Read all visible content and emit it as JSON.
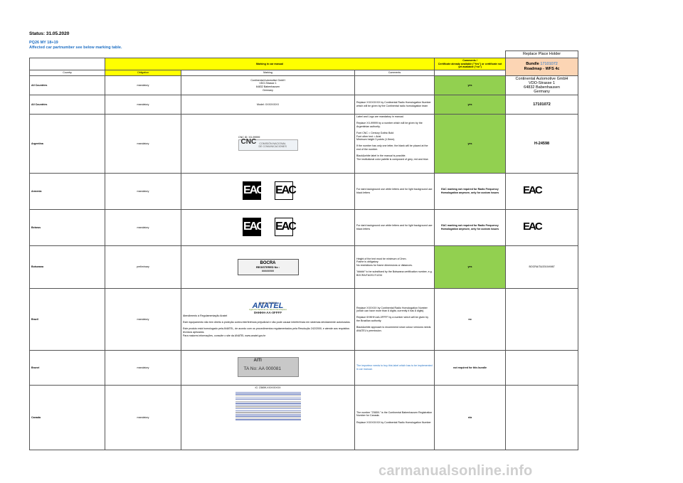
{
  "status": "Status: 31.05.2020",
  "project_line1": "PQ26 MY 18+19",
  "project_line2": "Affected car partnumber see below marking table.",
  "replace_place_holder": "Replace Place Holder",
  "header": {
    "marking_in_manual": "Marking in car manual",
    "comments_top": "Comments /\nCertificate already available (\"Yes\") or certificate not yet available (\"no\")",
    "bundle_label": "Bundle",
    "bundle_number": "17101072",
    "roadmap": "Roadmap - WFS 4c",
    "col_country": "Country",
    "col_obligation": "Obligation",
    "col_marking": "Marking",
    "col_comments": "Comments"
  },
  "rows": {
    "all1": {
      "country": "All Countries",
      "obligation": "mandatory",
      "marking": "Continental Automotive GmbH\nVDO-Strasse 1\n64832 Babenhausen\nGermany",
      "comments": "",
      "status": "yes",
      "placeholder": "Continental Automotive GmbH\nVDO-Strasse 1\n64832 Babenhausen\nGermany"
    },
    "all2": {
      "country": "All Countries",
      "obligation": "mandatory",
      "marking": "Model: XXXXXXXX",
      "comments": "Replace XXXXXXXX by Continental Radio Homologation Number which will be given by the Continental radio homologation team",
      "status": "yes",
      "placeholder": "17101072"
    },
    "argentina": {
      "country": "Argentina",
      "obligation": "mandatory",
      "marking": "CNC ID: XX-99999",
      "logo_main": "CNC",
      "logo_sub": "COMISIÓN NACIONAL\nDE COMUNICACIONES",
      "comments": "Label and Logo are mandatory in manual.\n\nReplace XX-99999 by a number which will be given by the Argentinian authority.\n\nFont CNC = Century Gothic Bold\nFont other text = Arial\nMinimum height 3 points (1.5mm).\n\nIf the number has only one letter, the blank will be placed at the end of the number.\n\nBlack&white label in the manual is possible.\nThe institutional color palette is composed of grey, red and blue.",
      "status": "yes",
      "placeholder": "H-24598"
    },
    "armenia": {
      "country": "Armenia",
      "obligation": "mandatory",
      "eac": "EAC",
      "comments": "For dark background use white letters and for light background use black letters",
      "status": "EAC marking not required for Radio Frequency Homologation anymore, only for custom issues"
    },
    "belarus": {
      "country": "Belarus",
      "obligation": "mandatory",
      "eac": "EAC",
      "comments": "For dark background use white letters and for light background use black letters",
      "status": "EAC marking not required for Radio Frequency Homologation anymore, only for custom issues"
    },
    "botswana": {
      "country": "Botswana",
      "obligation": "preliminary",
      "bocra1": "BOCRA",
      "bocra2": "REGISTERED No :",
      "bocra3": "########",
      "comments": "Height of the text must be minimum of 2mm.\n Frame is obligatory.\nNo restrictions for frame dimensions or distances.\n\n\"#####\" to be substitued by the Botswana certification number, e.g.\nBOCRA/TA/2017/1234",
      "status": "yes",
      "placeholder": "BOCRA/TA/2019/4987"
    },
    "brazil": {
      "country": "Brazil",
      "obligation": "mandatory",
      "model": "Modelo XXXXX",
      "logo_main": "ANATEL",
      "logo_sub": "Agência Nacional de Telecomunicações",
      "logo_code": "0HHHH-AA-0FFFF",
      "marking": "Atendimento à Regulamentação Anatel\n\nEste equipamento não tem direito à proteção contra interferência prejudicial e não pode causar interferência em sistemas devidamente autorizados.\n\nEste produto está homologado pela ANATEL, de acordo com os procedimentos regulamentados pela Resolução 242/2000, e atende aos requisitos técnicos aplicados.\nPara maiores informações, consulte o site da ANATEL www.anatel.gov.br",
      "comments": "Replace XXXXXX by Continental Radio Homologation Number (which can have more than 6 digits; currently it has 8 digits)\n\nReplace 0HHHH-AA-0FFFF by a number which will be given by the Brazilian authority.\n\nBlack&white approach is  recommend since colour versions needs ANATEL's permission.",
      "status": "no"
    },
    "brunei": {
      "country": "Brunei",
      "obligation": "mandatory",
      "logo_main": "AITI",
      "logo_code": "TA No: AA 000081",
      "comments": "The importeur needs to buy this label which has to be implemented in car manual.",
      "status": "not required for this bundle"
    },
    "canada": {
      "country": "Canada",
      "obligation": "mandatory",
      "marking": "IC: 23659-XXXXXXXX",
      "comments": "The number \"23659-\" is the Continental Babenhausen Registration Number for Canada.\n\nReplace XXXXXXXX by Continental Radio Homologation Number",
      "status": "n/a"
    }
  },
  "watermark": "carmanualsonline.info",
  "colors": {
    "yellow": "#ffff00",
    "green": "#92d050",
    "peach": "#fcd5b4",
    "blue": "#1e6fc4"
  }
}
